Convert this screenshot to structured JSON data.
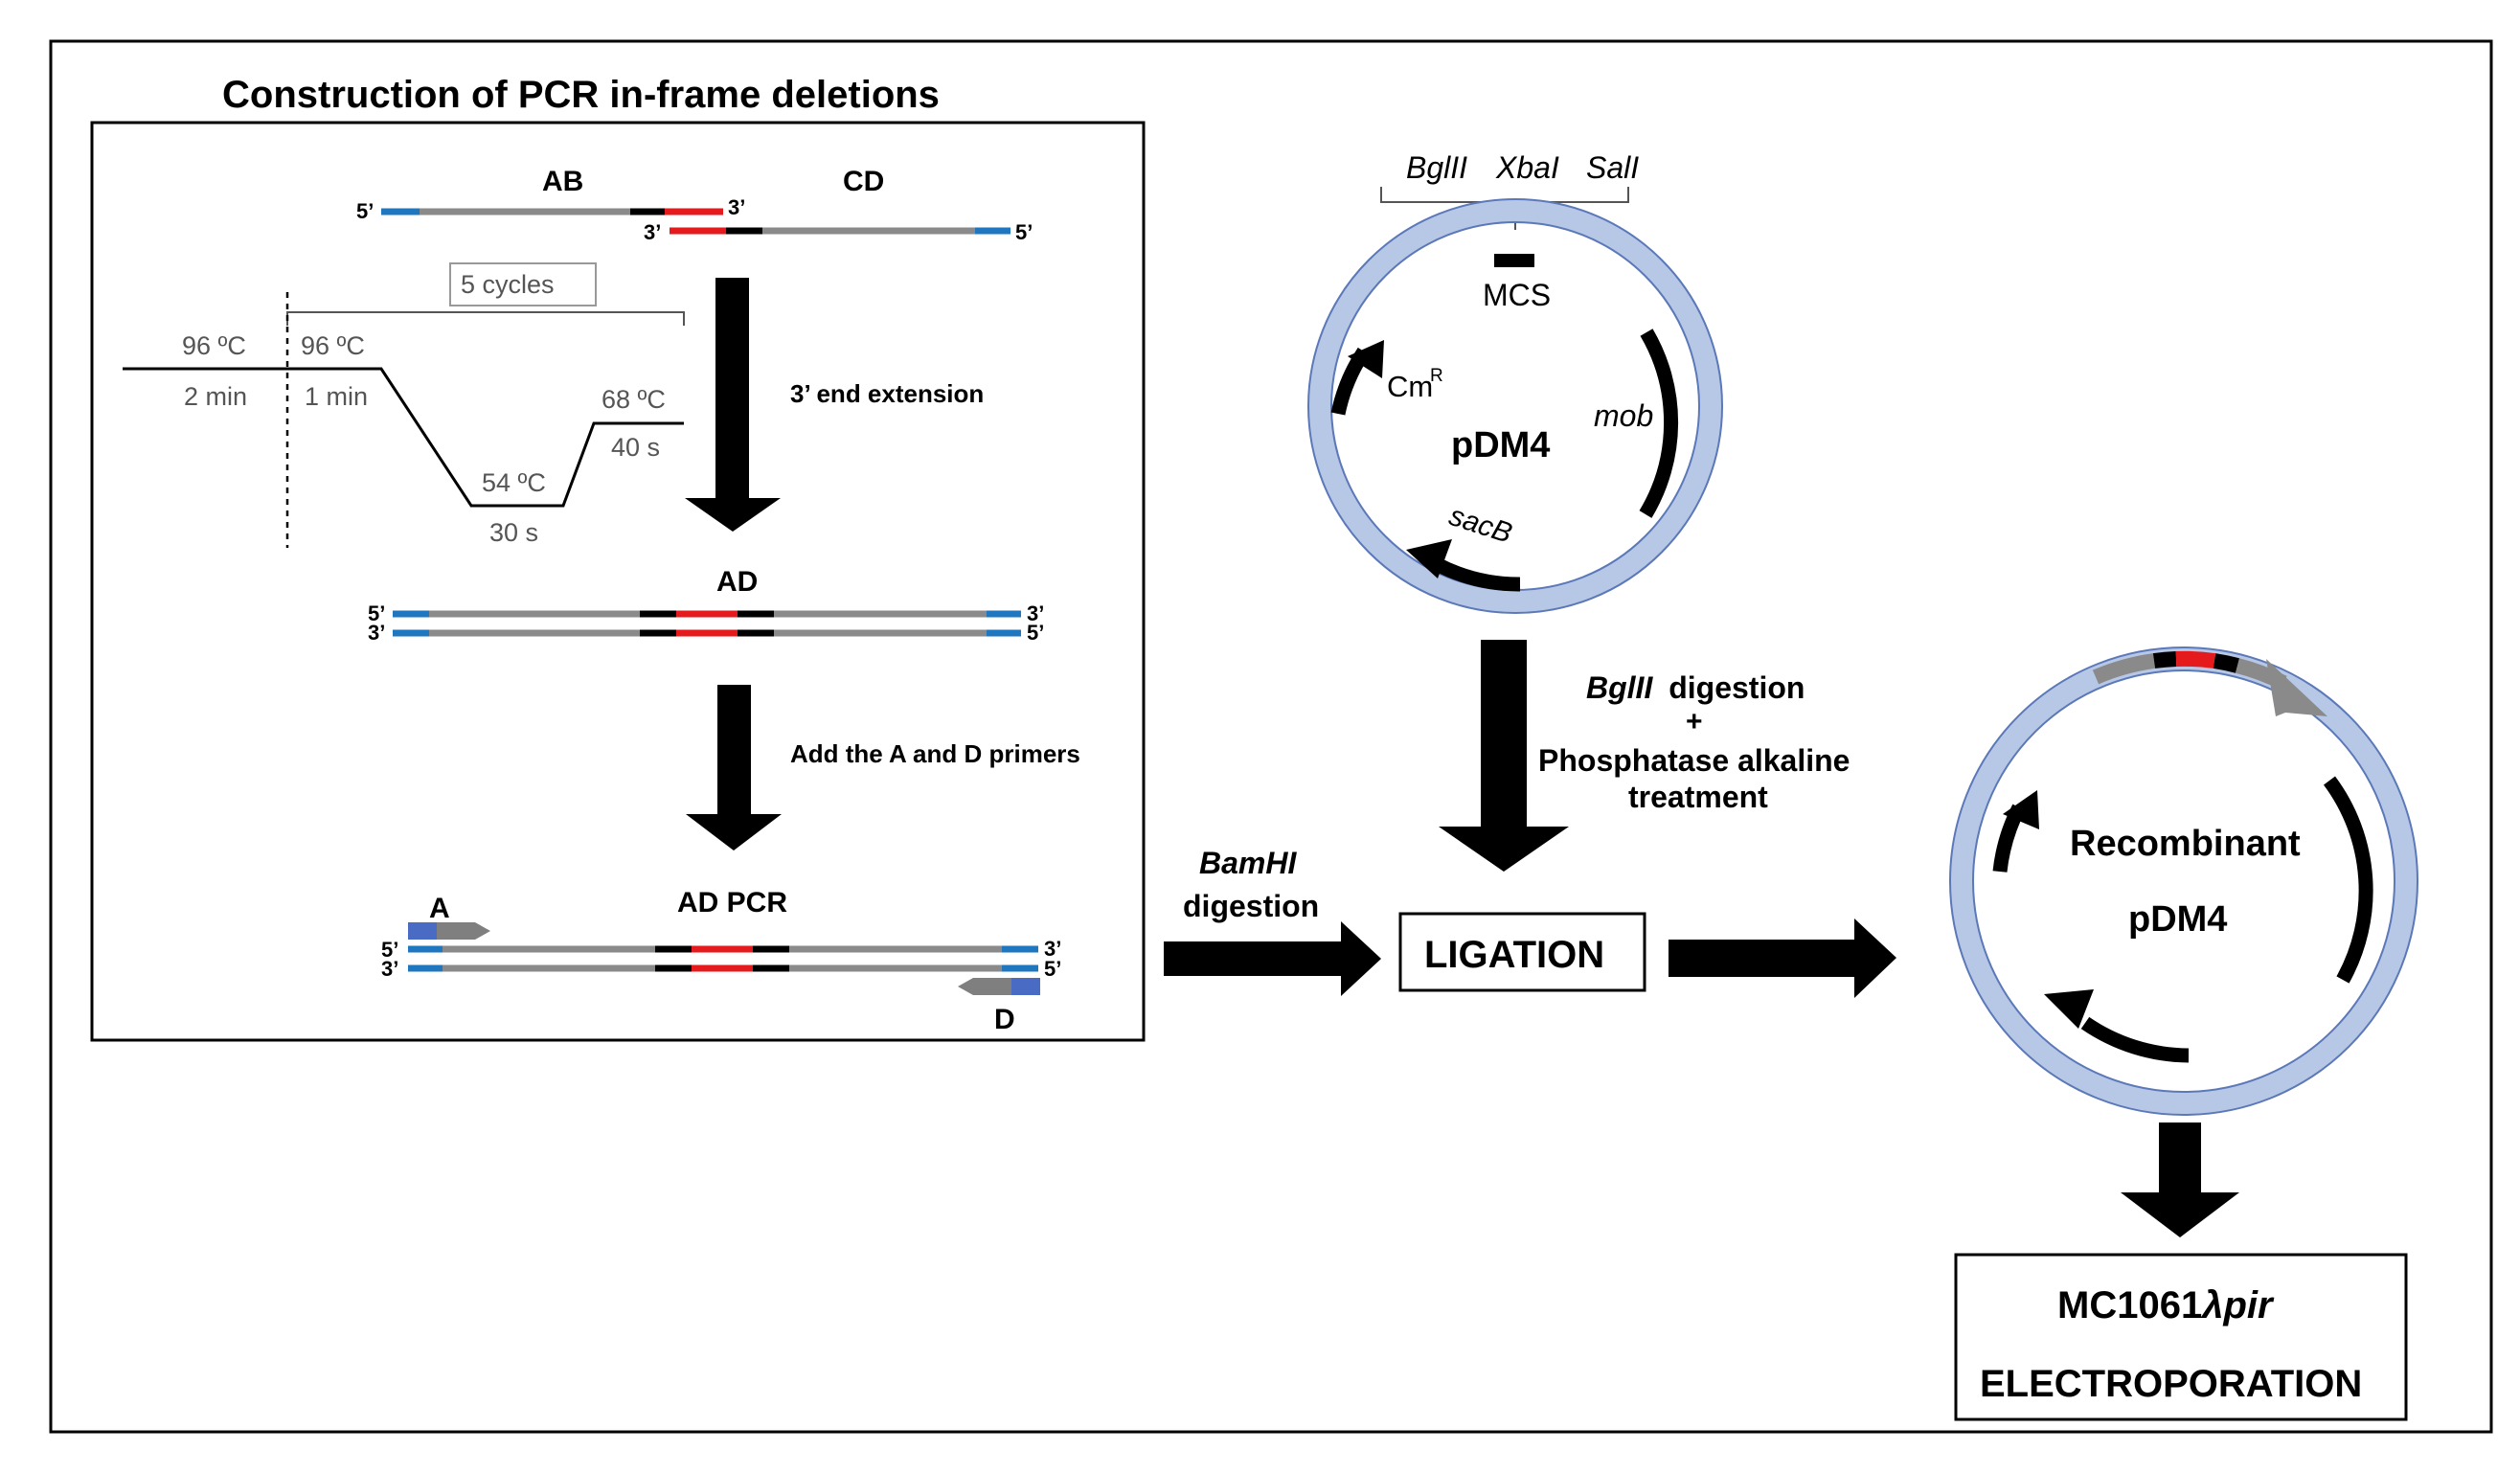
{
  "title": "Construction of PCR in-frame deletions",
  "colors": {
    "flank": "#1f77c0",
    "middle": "#8a8a8a",
    "junction": "#000000",
    "deletion": "#e41a1c",
    "plasmid_fill": "#b7c7e6",
    "plasmid_stroke": "#5b78b8",
    "primer": "#7f7f7f",
    "primer_tag": "#4a6bc4"
  },
  "step1": {
    "fragment_ab": "AB",
    "fragment_cd": "CD",
    "ab_left": "5’",
    "ab_right": "3’",
    "cd_left": "3’",
    "cd_right": "5’"
  },
  "pcr_program": {
    "cycles": "5 cycles",
    "initial_temp": "96 ºC",
    "initial_time": "2 min",
    "denature_temp": "96 ºC",
    "denature_time": "1 min",
    "anneal_temp": "54 ºC",
    "anneal_time": "30 s",
    "extend_temp": "68 ºC",
    "extend_time": "40 s"
  },
  "arrow1_label": "3’ end extension",
  "step2": {
    "label": "AD",
    "top_left": "5’",
    "top_right": "3’",
    "bottom_left": "3’",
    "bottom_right": "5’"
  },
  "arrow2_label": "Add the A and D primers",
  "step3": {
    "label": "AD PCR",
    "primer_a": "A",
    "primer_d": "D",
    "top_left": "5’",
    "top_right": "3’",
    "bottom_left": "3’",
    "bottom_right": "5’"
  },
  "bamhi": {
    "enzyme": "BamHI",
    "word": "digestion"
  },
  "plasmid": {
    "name": "pDM4",
    "site1": "BglII",
    "site2": "XbaI",
    "site3": "SalI",
    "mcs": "MCS",
    "cm": "Cm",
    "cm_sup": "R",
    "mob": "mob",
    "sacb": "sacB"
  },
  "bglii": {
    "enzyme": "BglII",
    "word": "digestion",
    "plus": "+",
    "line2": "Phosphatase alkaline",
    "line3": "treatment"
  },
  "ligation": "LIGATION",
  "recombinant": {
    "line1": "Recombinant",
    "line2": "pDM4"
  },
  "final": {
    "strain": "MC1061",
    "strain_suffix": "λpir",
    "method": "ELECTROPORATION"
  }
}
